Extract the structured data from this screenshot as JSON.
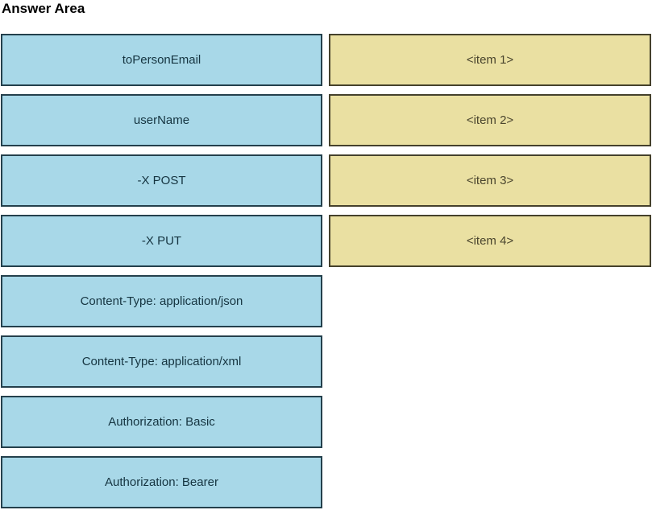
{
  "title": "Answer Area",
  "colors": {
    "blue-fill": "#a8d8e8",
    "blue-border": "#24404c",
    "blue-text": "#153440",
    "tan-fill": "#eae0a2",
    "tan-border": "#45412c",
    "tan-text": "#4a452e"
  },
  "tokens": [
    "toPersonEmail",
    "userName",
    "-X POST",
    "-X PUT",
    "Content-Type: application/json",
    "Content-Type: application/xml",
    "Authorization: Basic",
    "Authorization: Bearer"
  ],
  "targets": [
    "<item 1>",
    "<item 2>",
    "<item 3>",
    "<item 4>"
  ]
}
